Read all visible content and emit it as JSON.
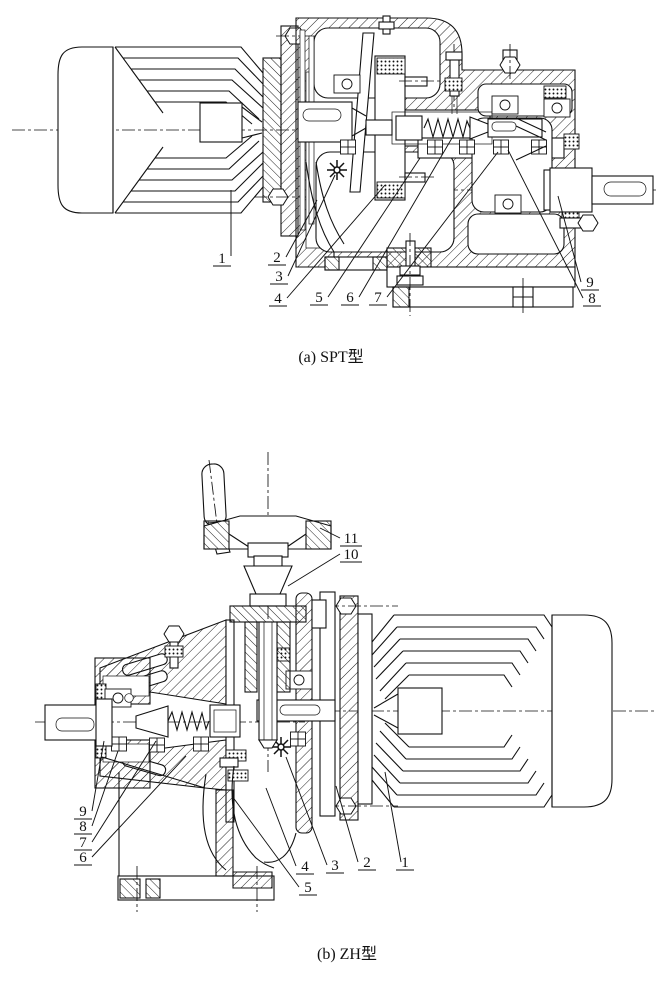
{
  "page": {
    "background": "#ffffff",
    "ink": "#111111"
  },
  "figure_a": {
    "caption": "(a) SPT型",
    "labels": [
      "1",
      "2",
      "3",
      "4",
      "5",
      "6",
      "7",
      "8",
      "9"
    ]
  },
  "figure_b": {
    "caption": "(b) ZH型",
    "labels": [
      "1",
      "2",
      "3",
      "4",
      "5",
      "6",
      "7",
      "8",
      "9",
      "10",
      "11"
    ]
  }
}
